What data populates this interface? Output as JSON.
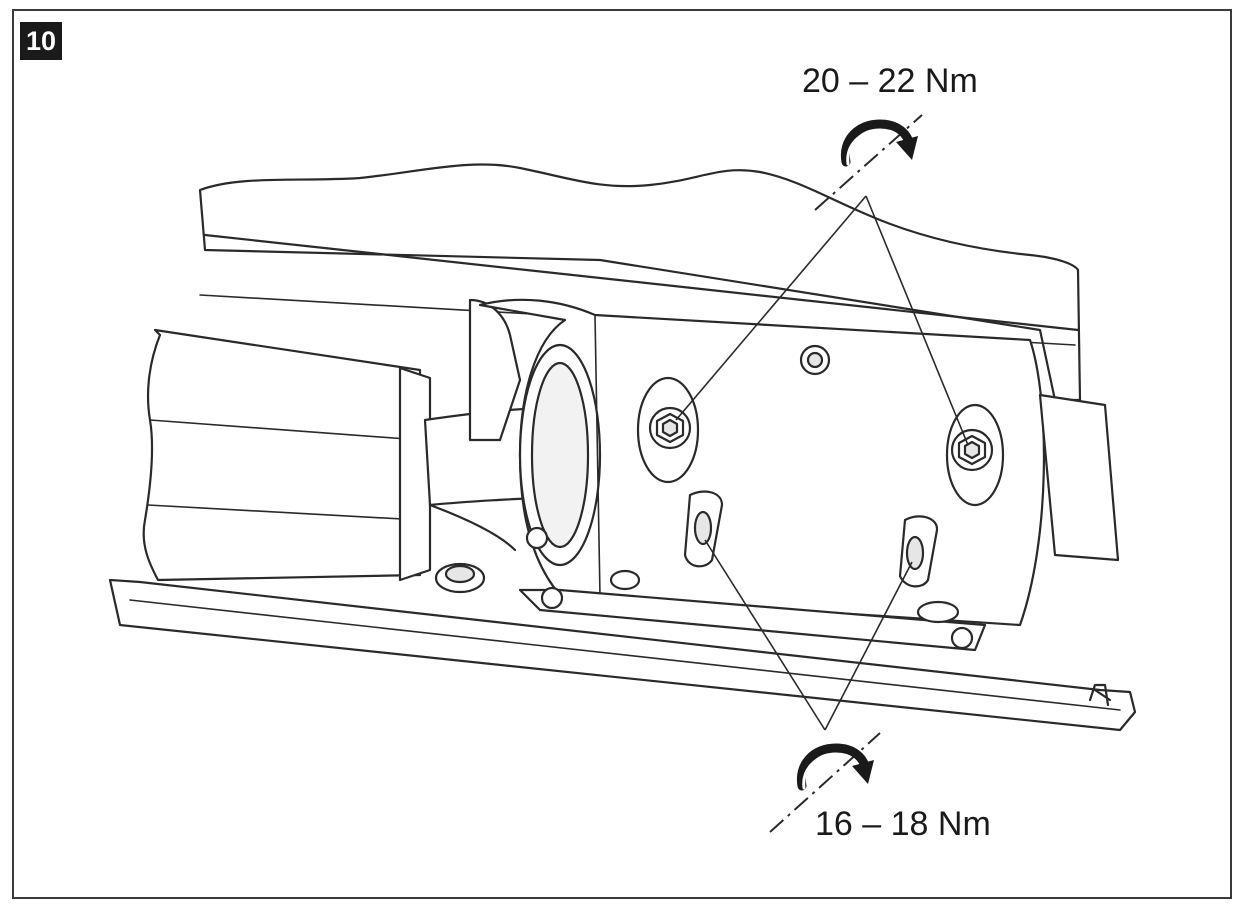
{
  "figure": {
    "step_number": "10",
    "torque_upper": "20 – 22 Nm",
    "torque_lower": "16 – 18 Nm"
  },
  "colors": {
    "line": "#2a2a2a",
    "fill": "#ffffff",
    "shade": "#e6e6e6",
    "badge": "#1a1a1a"
  },
  "icons": {
    "upper_rotation": "clockwise-torque-arrow-icon",
    "lower_rotation": "clockwise-torque-arrow-icon",
    "bolt": "hex-socket-bolt-icon"
  }
}
